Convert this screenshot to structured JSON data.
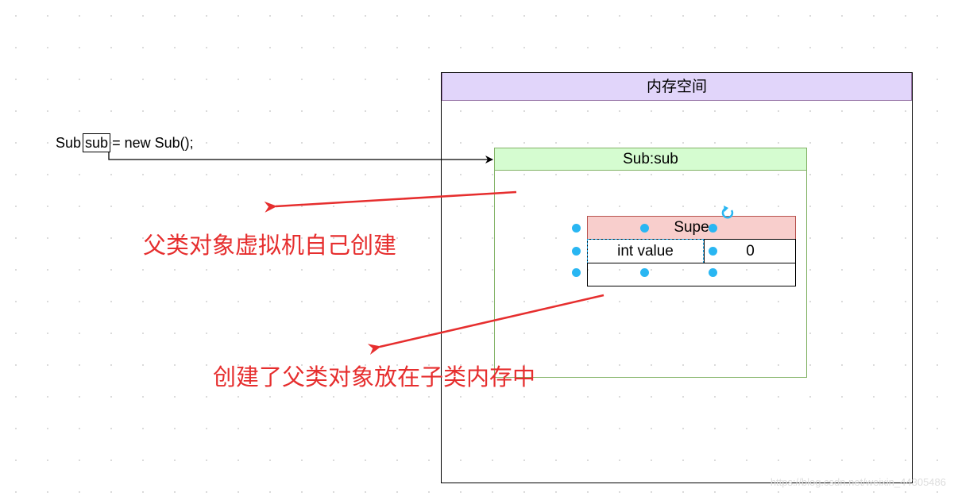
{
  "code": {
    "before": "Sub",
    "var": "sub",
    "after": "= new Sub();"
  },
  "memory_space": {
    "title": "内存空间"
  },
  "sub_object": {
    "title": "Sub:sub"
  },
  "super_object": {
    "title": "Supe",
    "field_name": "int value",
    "field_value": "0"
  },
  "annotations": {
    "note1": "父类对象虚拟机自己创建",
    "note2": "创建了父类对象放在子类内存中"
  },
  "watermark": "https://blog.csdn.net/weixin_44305486",
  "colors": {
    "memory_header": "#e1d5fa",
    "sub_header": "#d5fcd0",
    "super_header": "#f8cecc",
    "annotation_red": "#e62e2e",
    "selection_handle": "#29b6f2"
  }
}
